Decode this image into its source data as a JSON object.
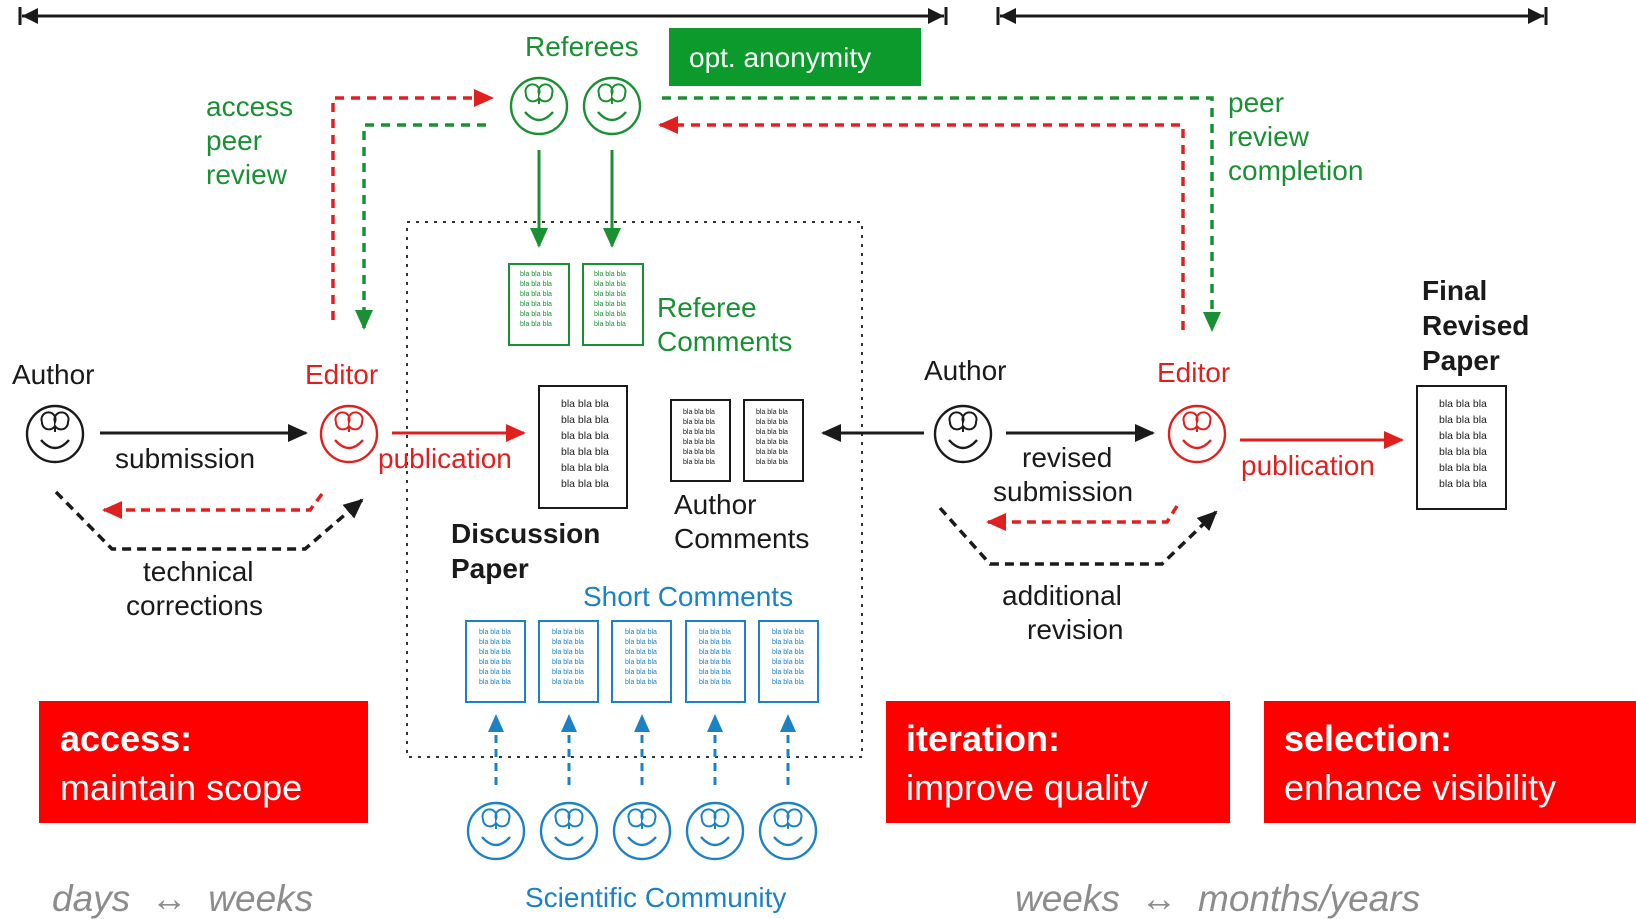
{
  "timeline": {
    "left": "days  ↔  weeks",
    "right": "weeks  ↔  months/years"
  },
  "badges": {
    "anonymity": "opt. anonymity"
  },
  "actors": {
    "referees": "Referees",
    "author_left": "Author",
    "editor_left": "Editor",
    "author_right": "Author",
    "editor_right": "Editor",
    "community": "Scientific Community"
  },
  "flow_labels": {
    "access_peer_review": [
      "access",
      "peer",
      "review"
    ],
    "peer_review_completion": [
      "peer",
      "review",
      "completion"
    ],
    "submission": "submission",
    "publication_left": "publication",
    "publication_right": "publication",
    "revised_submission": [
      "revised",
      "submission"
    ],
    "technical_corrections": [
      "technical",
      "corrections"
    ],
    "additional_revision": [
      "additional",
      "revision"
    ]
  },
  "documents": {
    "referee_comments": [
      "Referee",
      "Comments"
    ],
    "discussion_paper": [
      "Discussion",
      "Paper"
    ],
    "author_comments": [
      "Author",
      "Comments"
    ],
    "short_comments": "Short Comments",
    "final_revised_paper": [
      "Final",
      "Revised",
      "Paper"
    ],
    "filler_line": "bla bla bla"
  },
  "summary_boxes": [
    {
      "title": "access:",
      "text": "maintain scope"
    },
    {
      "title": "iteration:",
      "text": "improve quality"
    },
    {
      "title": "selection:",
      "text": "enhance visibility"
    }
  ],
  "colors": {
    "black": "#1a1a1a",
    "red": "#e0201e",
    "green": "#199133",
    "blue": "#1c82c6",
    "gray": "#8c8c8c",
    "badge_green": "#0b9a2b",
    "box_red": "#ff0000"
  },
  "icons": {
    "face": "smiley-face-icon"
  }
}
